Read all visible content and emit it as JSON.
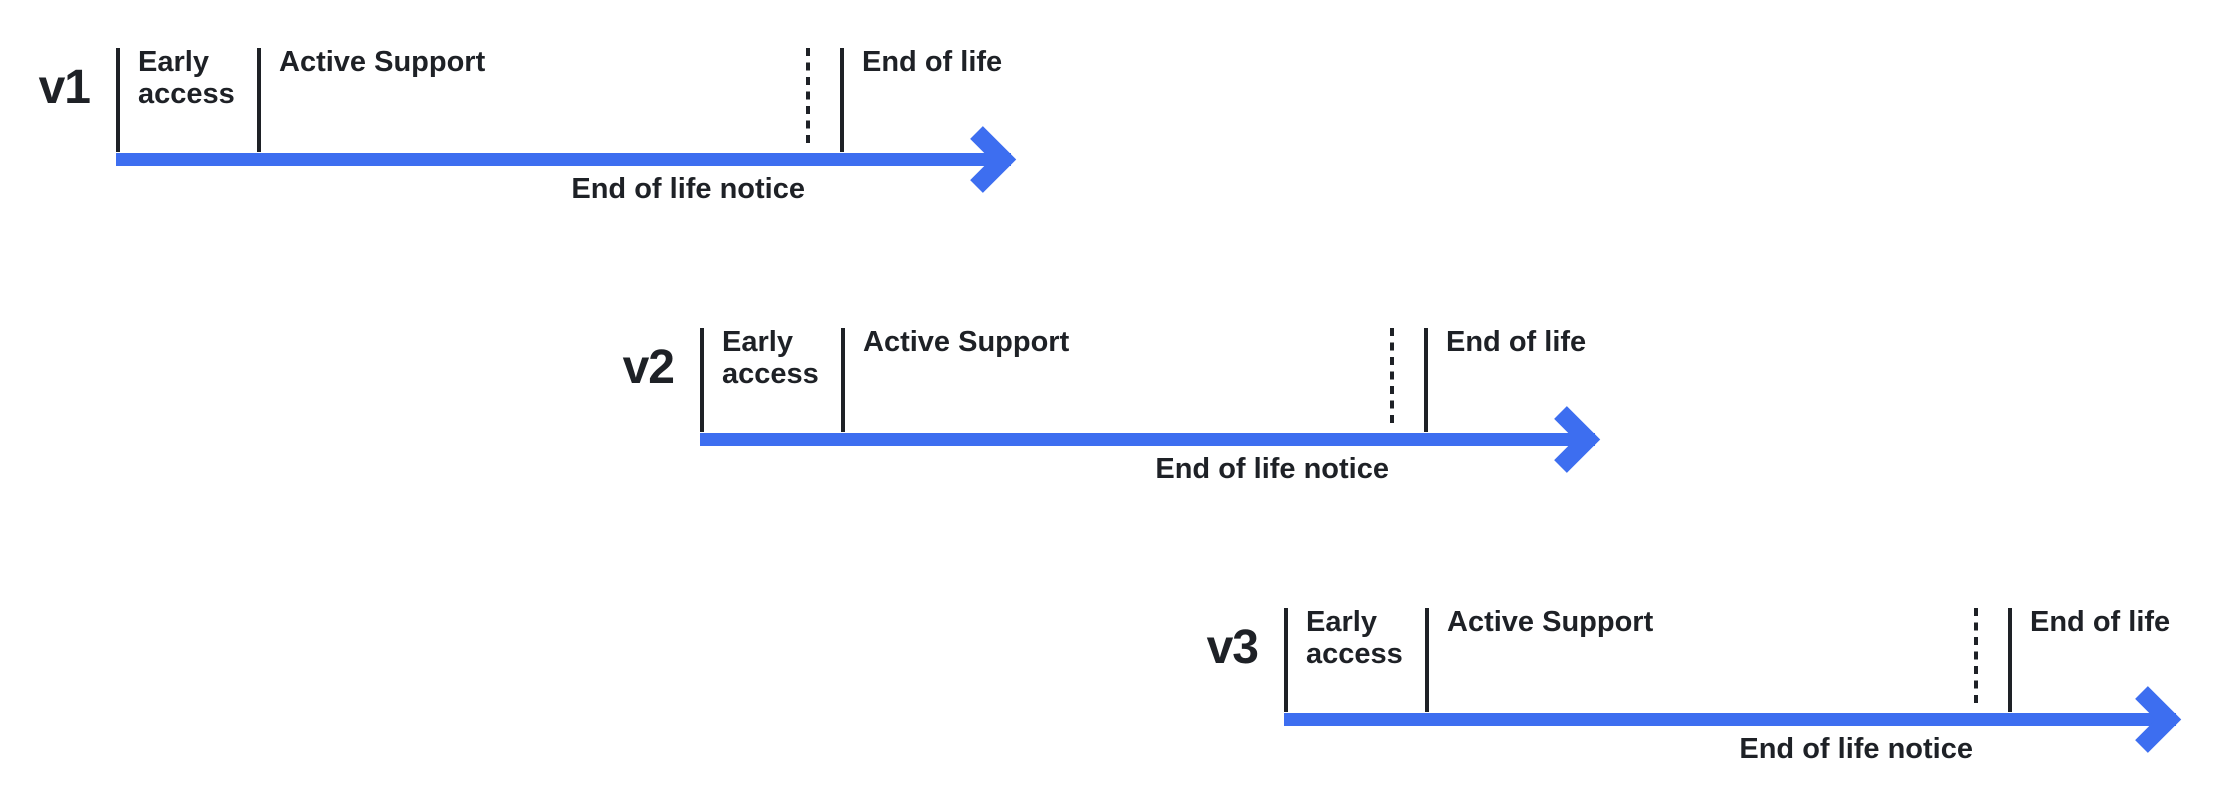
{
  "colors": {
    "arrow_blue": "#3d6ef0",
    "ink": "#1e2126",
    "background": "#ffffff"
  },
  "rows": [
    {
      "version": "v1",
      "early_access": "Early access",
      "active_support": "Active Support",
      "end_of_life": "End of life",
      "notice": "End of life notice"
    },
    {
      "version": "v2",
      "early_access": "Early access",
      "active_support": "Active Support",
      "end_of_life": "End of life",
      "notice": "End of life notice"
    },
    {
      "version": "v3",
      "early_access": "Early access",
      "active_support": "Active Support",
      "end_of_life": "End of life",
      "notice": "End of life notice"
    }
  ]
}
